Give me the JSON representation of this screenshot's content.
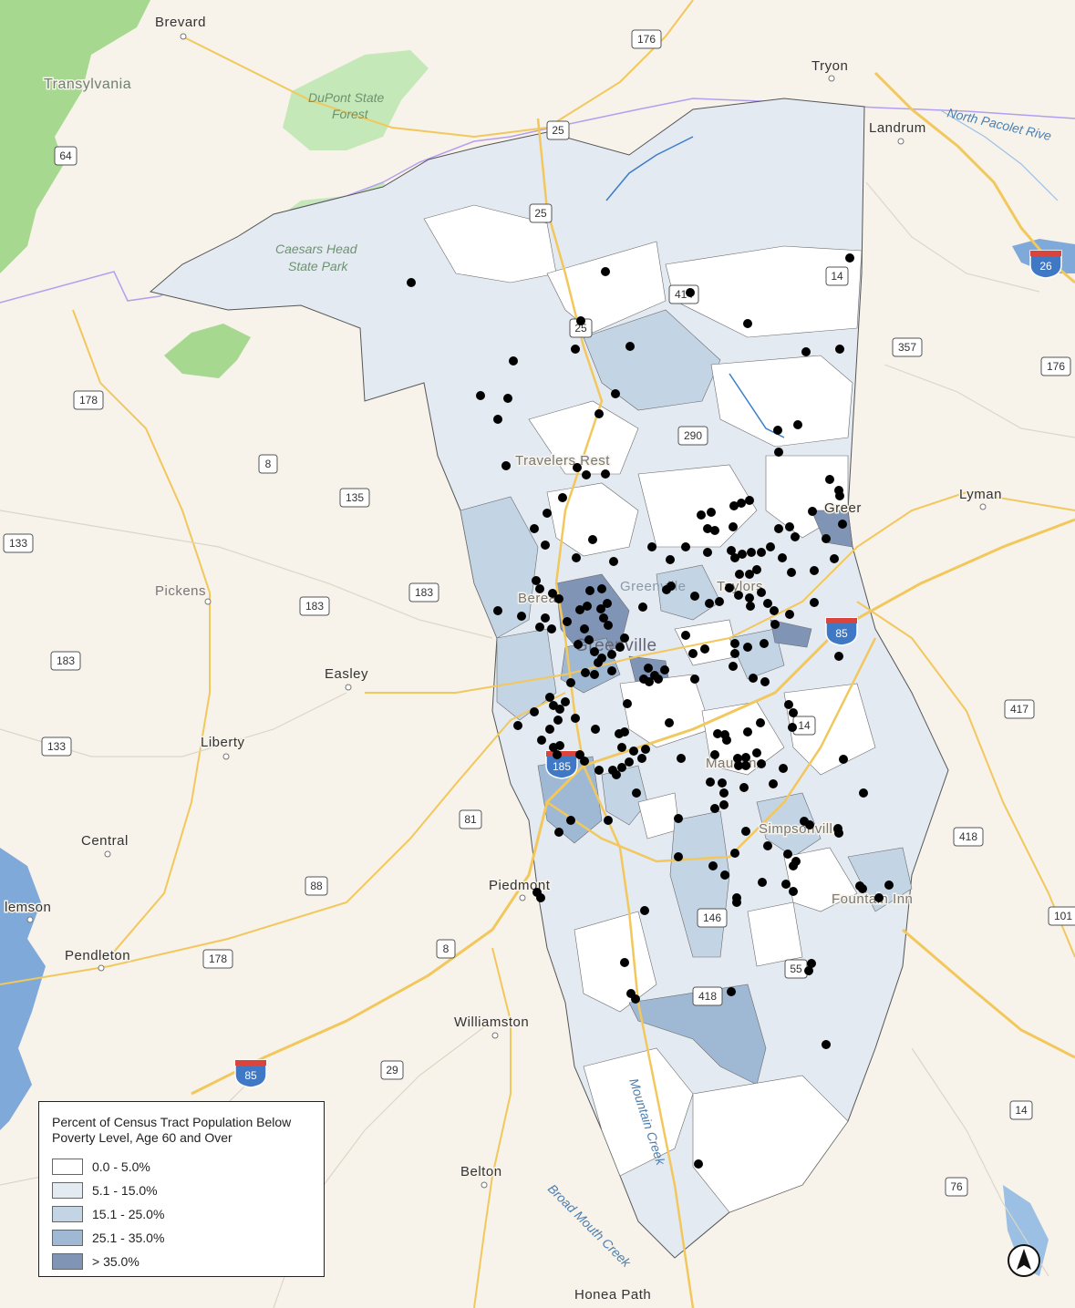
{
  "legend": {
    "title": "Percent of Census Tract Population Below Poverty Level, Age 60 and Over",
    "classes": [
      {
        "label": "0.0 - 5.0%",
        "color": "#ffffff"
      },
      {
        "label": "5.1 - 15.0%",
        "color": "#e4eaf2"
      },
      {
        "label": "15.1 - 25.0%",
        "color": "#c3d4e5"
      },
      {
        "label": "25.1 - 35.0%",
        "color": "#9fb9d4"
      },
      {
        "label": "> 35.0%",
        "color": "#8095b6"
      }
    ]
  },
  "places": {
    "brevard": "Brevard",
    "transylvania": "Transylvania",
    "tryon": "Tryon",
    "landrum": "Landrum",
    "travelers_rest": "Travelers Rest",
    "greer": "Greer",
    "lyman": "Lyman",
    "pickens": "Pickens",
    "berea": "Berea",
    "greenville_small": "Greenville",
    "greenville": "Greenville",
    "taylors": "Taylors",
    "easley": "Easley",
    "liberty": "Liberty",
    "mauldin": "Mauldin",
    "simpsonville": "Simpsonville",
    "central": "Central",
    "piedmont": "Piedmont",
    "fountain_inn": "Fountain Inn",
    "clemson": "lemson",
    "pendleton": "Pendleton",
    "williamston": "Williamston",
    "belton": "Belton",
    "honea_path": "Honea Path"
  },
  "parks": {
    "dupont": [
      "DuPont State",
      "Forest"
    ],
    "caesars": [
      "Caesars Head",
      "State Park"
    ]
  },
  "water": {
    "pacolet": "North Pacolet Rive",
    "mountain_creek": "Mountain Creek",
    "broad_mouth": "Broad Mouth Creek"
  },
  "shields": {
    "r176a": "176",
    "r25a": "25",
    "r25b": "25",
    "r25c": "25",
    "r64": "64",
    "r14a": "14",
    "r414": "414",
    "r357": "357",
    "r176b": "176",
    "r178a": "178",
    "r8a": "8",
    "r290": "290",
    "r135": "135",
    "r133a": "133",
    "r183a": "183",
    "r183b": "183",
    "r183c": "183",
    "r133b": "133",
    "r14b": "14",
    "r417": "417",
    "r81": "81",
    "r418a": "418",
    "r88": "88",
    "r146": "146",
    "r101": "101",
    "r8b": "8",
    "r178b": "178",
    "r55": "55",
    "r418b": "418",
    "r29": "29",
    "r14c": "14",
    "r76": "76"
  },
  "interstates": {
    "i26": "26",
    "i85a": "85",
    "i185": "185",
    "i85b": "85"
  },
  "colors": {
    "land": "#f7f3ea",
    "forest": "#a6d88f",
    "park": "#c5e8b8",
    "water": "#3b7dc8",
    "boundary": "#b59df0",
    "major_road": "#f2c75c",
    "minor_road": "#dcd6c8",
    "dot": "#000000"
  }
}
